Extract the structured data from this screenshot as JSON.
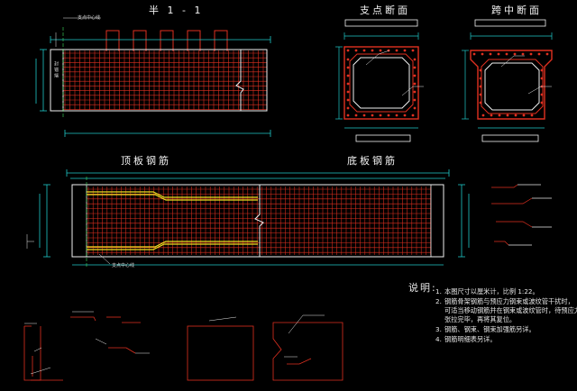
{
  "titles": {
    "half_section": "半 1 - 1",
    "support_section": "支点断面",
    "midspan_section": "跨中断面",
    "top_slab_rebar": "顶板钢筋",
    "bottom_slab_rebar": "底板钢筋"
  },
  "labels": {
    "centerline_top": "支点中心线",
    "centerline_bottom": "支点中心线",
    "side_anchor": "封 锚 端"
  },
  "notes": {
    "header": "说明:",
    "items": [
      {
        "num": "1.",
        "text": "本图尺寸以厘米计，比例 1:22。"
      },
      {
        "num": "2.",
        "text": "钢筋骨架钢筋与预应力钢束或波纹管干扰时，"
      },
      {
        "num": "",
        "text": "可适当移动钢筋并在钢束或波纹管时，待预应力筋"
      },
      {
        "num": "",
        "text": "张拉完毕，再将其复位。"
      },
      {
        "num": "3.",
        "text": "钢筋、钢束、钢束加强筋另详。"
      },
      {
        "num": "4.",
        "text": "钢筋明细表另详。"
      }
    ]
  },
  "colors": {
    "background": "#000000",
    "rebar_grid": "#e03020",
    "outline": "#f0f0f0",
    "dimension": "#20c8c8",
    "centerline": "#40e060",
    "strand": "#f0e020",
    "leader": "#e8e8e8"
  }
}
